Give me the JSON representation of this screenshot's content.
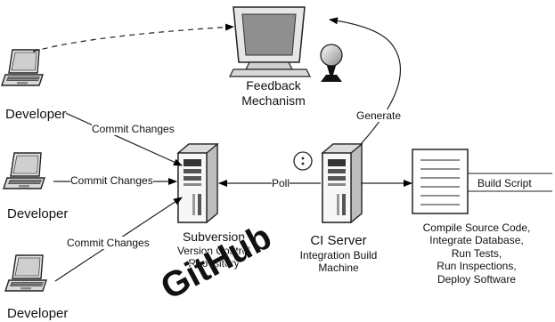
{
  "developers": [
    {
      "label": "Developer"
    },
    {
      "label": "Developer"
    },
    {
      "label": "Developer"
    }
  ],
  "edges": {
    "commit_top": "Commit Changes",
    "commit_mid": "Commit Changes",
    "commit_bottom": "Commit Changes",
    "poll": "Poll",
    "generate": "Generate"
  },
  "feedback": {
    "line1": "Feedback",
    "line2": "Mechanism"
  },
  "vcs": {
    "line1": "Subversion",
    "line2": "Version Control",
    "line3": "Repository"
  },
  "ci": {
    "title": "CI Server",
    "line1": "Integration Build",
    "line2": "Machine"
  },
  "build_script": {
    "label": "Build Script"
  },
  "build_steps": [
    "Compile Source Code,",
    "Integrate Database,",
    "Run Tests,",
    "Run Inspections,",
    "Deploy Software"
  ],
  "watermark": "GitHub"
}
